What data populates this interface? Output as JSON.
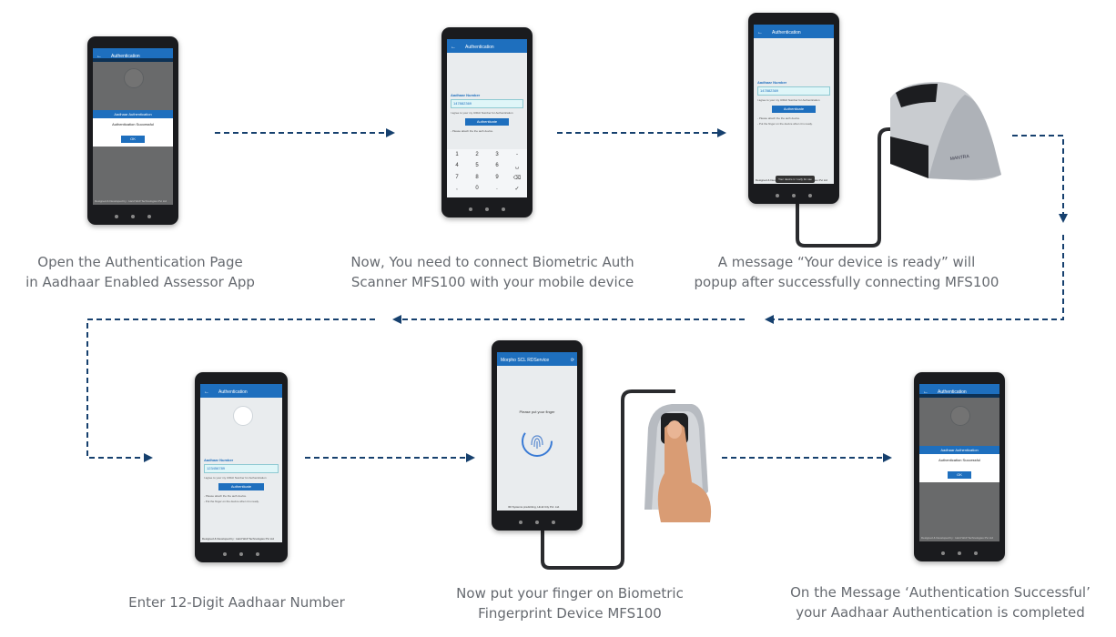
{
  "steps": [
    {
      "caption_lines": [
        "Open the Authentication Page",
        "in Aadhaar Enabled Assessor App"
      ]
    },
    {
      "caption_lines": [
        "Now, You need to connect Biometric Auth",
        "Scanner MFS100 with your mobile device"
      ]
    },
    {
      "caption_lines": [
        "A message “Your device is ready” will",
        "popup after successfully connecting MFS100"
      ]
    },
    {
      "caption_lines": [
        "Enter 12-Digit Aadhaar Number"
      ]
    },
    {
      "caption_lines": [
        "Now put your finger on Biometric",
        "Fingerprint Device  MFS100"
      ]
    },
    {
      "caption_lines": [
        "On the Message ‘Authentication Successful’",
        "your Aadhaar Authentication is completed"
      ]
    }
  ],
  "app": {
    "title": "Authentication",
    "aadhaar_label": "Aadhaar Number",
    "aadhaar_value_1": "147882369",
    "aadhaar_value_2": "123456789",
    "consent_text": "I agree to your my UIDAI Number for Authentication",
    "authenticate_button": "Authenticate",
    "instructions_1": "- Please attach the the auth device.",
    "instructions_2": "- Put the finger on the device when it is ready.",
    "dialog_title": "Aadhaar Authentication",
    "dialog_message": "Authentication Successful",
    "dialog_ok": "OK",
    "device_ready": "Your device is ready for use",
    "footer": "Designed & Developed by : Hard Wolf Technologies Pvt Ltd",
    "keypad": [
      "1",
      "2",
      "3",
      "-",
      "4",
      "5",
      "6",
      "␣",
      "7",
      "8",
      "9",
      "⌫",
      ",",
      "0",
      ".",
      "✓"
    ],
    "rd_title": "Morpho SCL RDService",
    "rd_prompt": "Please put your finger",
    "rd_footer": "IDI Systems prediciting, Hindi City Pvt. Ltd."
  },
  "device": {
    "brand": "MANTRA"
  },
  "colors": {
    "arrow": "#16406e",
    "appbar": "#1e6fbe",
    "caption": "#666a70"
  }
}
